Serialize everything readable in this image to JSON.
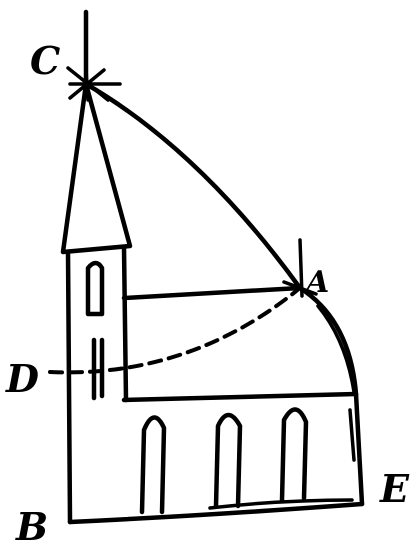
{
  "diagram": {
    "points": {
      "C": "C",
      "A": "A",
      "D": "D",
      "B": "B",
      "E": "E"
    },
    "ink_color": "#000000",
    "background": "#ffffff"
  }
}
